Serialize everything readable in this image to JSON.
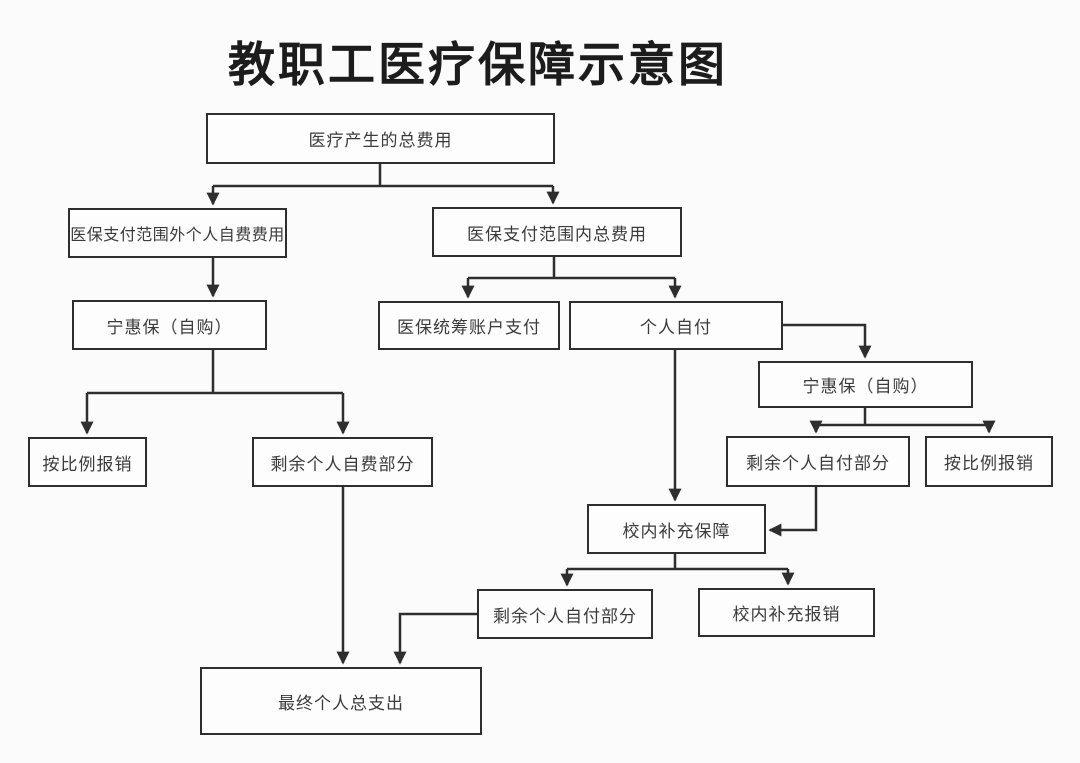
{
  "title": "教职工医疗保障示意图",
  "nodes": {
    "total_cost": {
      "label": "医疗产生的总费用"
    },
    "out_of_scope": {
      "label": "医保支付范围外个人自费费用"
    },
    "in_scope": {
      "label": "医保支付范围内总费用"
    },
    "ninghuibao_left": {
      "label": "宁惠保（自购）"
    },
    "pooled_account": {
      "label": "医保统筹账户支付"
    },
    "self_pay": {
      "label": "个人自付"
    },
    "ninghuibao_right": {
      "label": "宁惠保（自购）"
    },
    "proportional_left": {
      "label": "按比例报销"
    },
    "remaining_self_funded": {
      "label": "剩余个人自费部分"
    },
    "remaining_self_pay_right": {
      "label": "剩余个人自付部分"
    },
    "proportional_right": {
      "label": "按比例报销"
    },
    "school_supplement": {
      "label": "校内补充保障"
    },
    "remaining_self_pay_bottom": {
      "label": "剩余个人自付部分"
    },
    "school_reimburse": {
      "label": "校内补充报销"
    },
    "final_total": {
      "label": "最终个人总支出"
    }
  },
  "edges": [
    {
      "from": "total_cost",
      "to": "out_of_scope"
    },
    {
      "from": "total_cost",
      "to": "in_scope"
    },
    {
      "from": "out_of_scope",
      "to": "ninghuibao_left"
    },
    {
      "from": "ninghuibao_left",
      "to": "proportional_left"
    },
    {
      "from": "ninghuibao_left",
      "to": "remaining_self_funded"
    },
    {
      "from": "in_scope",
      "to": "pooled_account"
    },
    {
      "from": "in_scope",
      "to": "self_pay"
    },
    {
      "from": "self_pay",
      "to": "ninghuibao_right"
    },
    {
      "from": "ninghuibao_right",
      "to": "remaining_self_pay_right"
    },
    {
      "from": "ninghuibao_right",
      "to": "proportional_right"
    },
    {
      "from": "self_pay",
      "to": "school_supplement"
    },
    {
      "from": "remaining_self_pay_right",
      "to": "school_supplement"
    },
    {
      "from": "school_supplement",
      "to": "remaining_self_pay_bottom"
    },
    {
      "from": "school_supplement",
      "to": "school_reimburse"
    },
    {
      "from": "remaining_self_pay_bottom",
      "to": "final_total"
    },
    {
      "from": "remaining_self_funded",
      "to": "final_total"
    }
  ],
  "colors": {
    "line": "#2e2e2e",
    "box_border": "#2e2e2e",
    "box_fill": "#fdfdfd",
    "text": "#3b3b3b",
    "title_text": "#1c1c1c",
    "background": "#fbfbfb"
  }
}
